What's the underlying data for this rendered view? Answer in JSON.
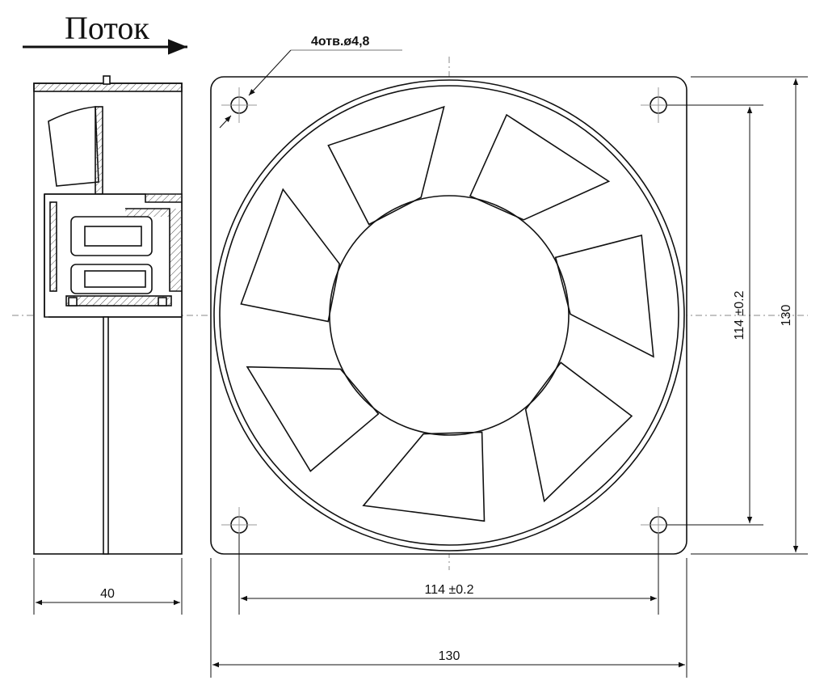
{
  "flow_label": "Поток",
  "holes_callout": "4отв.ø4,8",
  "dimensions": {
    "side_depth": "40",
    "hole_spacing_horizontal": "114 ±0.2",
    "frame_width": "130",
    "hole_spacing_vertical": "114 ±0.2",
    "frame_height": "130"
  },
  "fan": {
    "blade_count": 7
  }
}
